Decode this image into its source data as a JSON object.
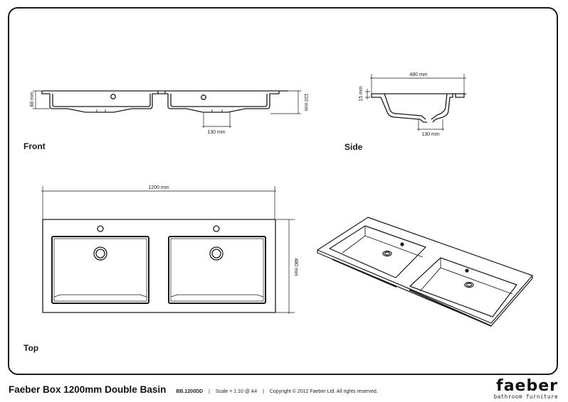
{
  "drawing": {
    "views": {
      "front": {
        "label": "Front",
        "dimensions": {
          "basin_depth": "88 mm",
          "total_height": "110 mm",
          "waste_width": "130 mm"
        }
      },
      "side": {
        "label": "Side",
        "dimensions": {
          "width": "480 mm",
          "lip": "15 mm",
          "waste_width": "130 mm"
        }
      },
      "top": {
        "label": "Top",
        "dimensions": {
          "length": "1200 mm",
          "depth": "480 mm"
        }
      },
      "isometric": {
        "label": ""
      }
    }
  },
  "footer": {
    "title": "Faeber Box 1200mm Double Basin",
    "product_code": "BB.1200DD",
    "scale": "Scale = 1:10 @ A4",
    "copyright": "Copyright © 2012 Faeber Ltd.  All rights reserved.",
    "separator": "|"
  },
  "logo": {
    "brand": "faeber",
    "tagline": "bathroom furniture"
  }
}
